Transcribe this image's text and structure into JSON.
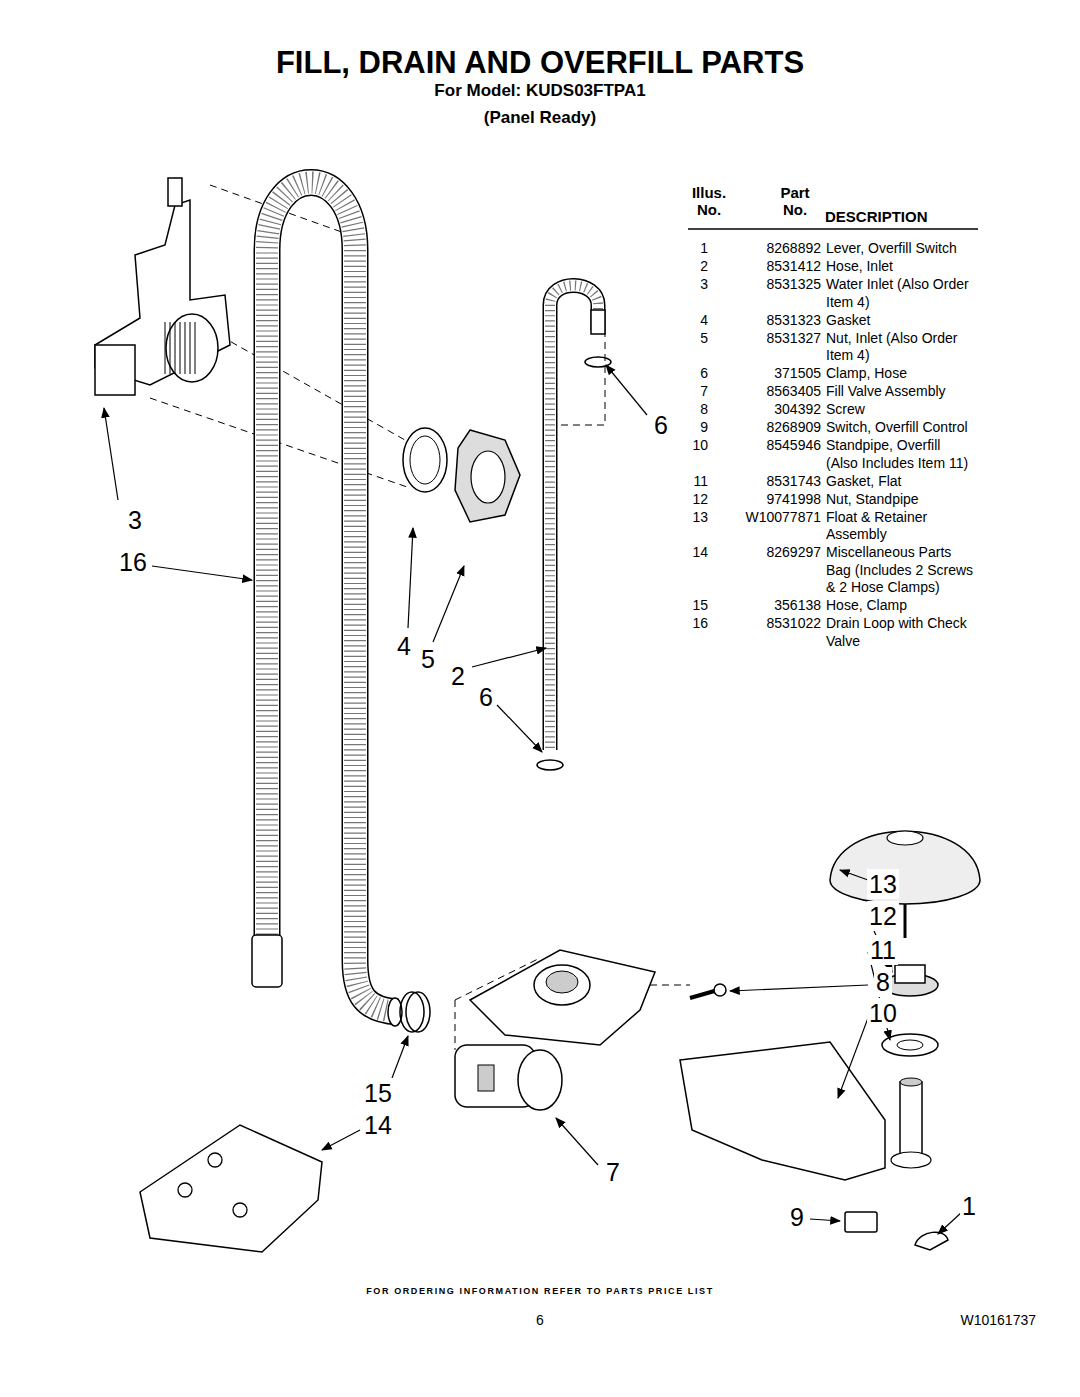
{
  "diagram": {
    "title": "FILL, DRAIN AND OVERFILL PARTS",
    "labels": [
      "For Model: KUDS03FTPA1",
      "(Panel Ready)",
      "Illus. No.",
      "Part No.",
      "DESCRIPTION",
      "1",
      "8268892",
      "Lever, Overfill Switch",
      "2",
      "8531412",
      "Hose, Inlet",
      "3",
      "8531325",
      "Water Inlet (Also Order Item 4)",
      "4",
      "8531323",
      "Gasket",
      "5",
      "8531327",
      "Nut, Inlet (Also Order Item 4)",
      "6",
      "371505",
      "Clamp, Hose",
      "7",
      "8563405",
      "Fill Valve Assembly",
      "8",
      "304392",
      "Screw",
      "9",
      "8268909",
      "Switch, Overfill Control",
      "10",
      "8545946",
      "Standpipe, Overfill (Also Includes Item 11)",
      "11",
      "8531743",
      "Gasket, Flat",
      "12",
      "9741998",
      "Nut, Standpipe",
      "13",
      "W10077871",
      "Float & Retainer Assembly",
      "14",
      "8269297",
      "Miscellaneous Parts Bag (Includes 2 Screws & 2 Hose Clamps)",
      "15",
      "356138",
      "Hose, Clamp",
      "16",
      "8531022",
      "Drain Loop with Check Valve",
      "3",
      "16",
      "4",
      "5",
      "2",
      "6",
      "6",
      "13",
      "12",
      "11",
      "8",
      "10",
      "15",
      "14",
      "7",
      "9",
      "1",
      "FOR ORDERING INFORMATION REFER TO PARTS PRICE LIST",
      "6",
      "W10161737"
    ]
  }
}
